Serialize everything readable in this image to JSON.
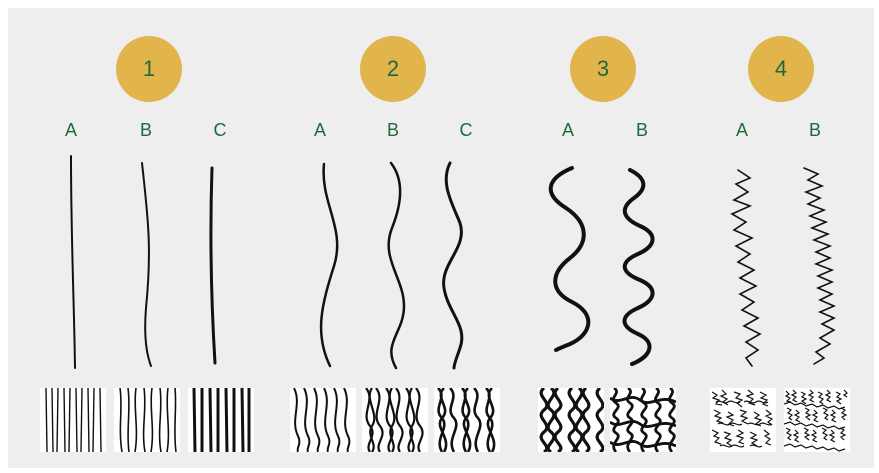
{
  "groups": [
    {
      "number": "1",
      "types": [
        "A",
        "B",
        "C"
      ]
    },
    {
      "number": "2",
      "types": [
        "A",
        "B",
        "C"
      ]
    },
    {
      "number": "3",
      "types": [
        "A",
        "B"
      ]
    },
    {
      "number": "4",
      "types": [
        "A",
        "B"
      ]
    }
  ],
  "colors": {
    "background": "#eeeeee",
    "badge": "#e2b54c",
    "label": "#1e6a3c",
    "strand": "#111111"
  },
  "icons": [
    "hair-strand-icon",
    "hair-texture-swatch-icon"
  ]
}
